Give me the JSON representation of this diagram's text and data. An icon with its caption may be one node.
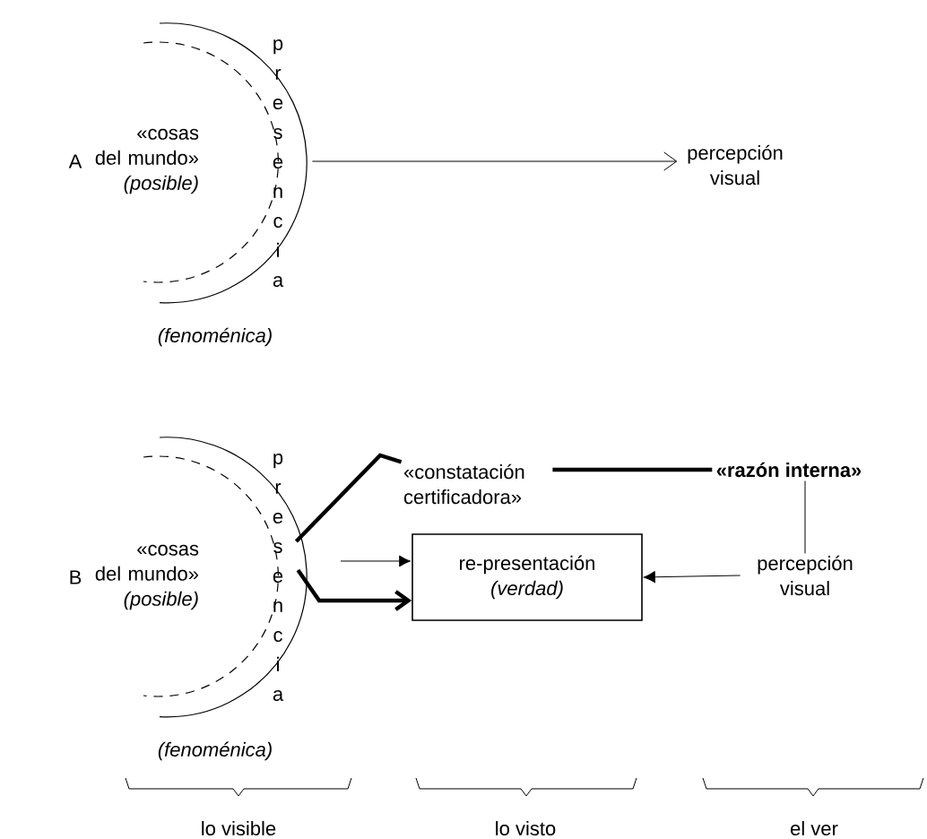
{
  "diagram": {
    "nodes": [
      {
        "text": [
          "«cosas del mundo»",
          "(posible)"
        ]
      },
      {
        "text": [
          "presencia"
        ],
        "beside": [
          "(fenoménica)"
        ]
      },
      {
        "text": [
          "percepción visual"
        ]
      },
      {
        "text": [
          "«cosas del mundo»",
          "(posible)"
        ]
      },
      {
        "text": [
          "presencia"
        ],
        "beside": [
          "(fenoménica)"
        ]
      },
      {
        "text": [
          "«constatación certificadora»"
        ]
      },
      {
        "text": [
          "«razón interna»"
        ]
      },
      {
        "text": [
          "re-presentación",
          "(verdad)"
        ]
      },
      {
        "text": [
          "percepción visual"
        ]
      }
    ],
    "edges": [
      {
        "from": 1,
        "to": 2,
        "arrow": "to"
      },
      {
        "from": 4,
        "to": 5,
        "arrow": "none",
        "style": "thick"
      },
      {
        "from": 5,
        "to": 6,
        "arrow": "none",
        "style": "thick"
      },
      {
        "from": 6,
        "to": 8,
        "arrow": "none"
      },
      {
        "from": null,
        "to": 7,
        "arrow": "to"
      },
      {
        "from": 4,
        "to": 7,
        "arrow": "to",
        "style": "thick"
      },
      {
        "from": 8,
        "to": 7,
        "arrow": "to"
      }
    ],
    "labels": [
      "A",
      "B",
      "lo visible",
      "lo visto",
      "el ver"
    ]
  }
}
